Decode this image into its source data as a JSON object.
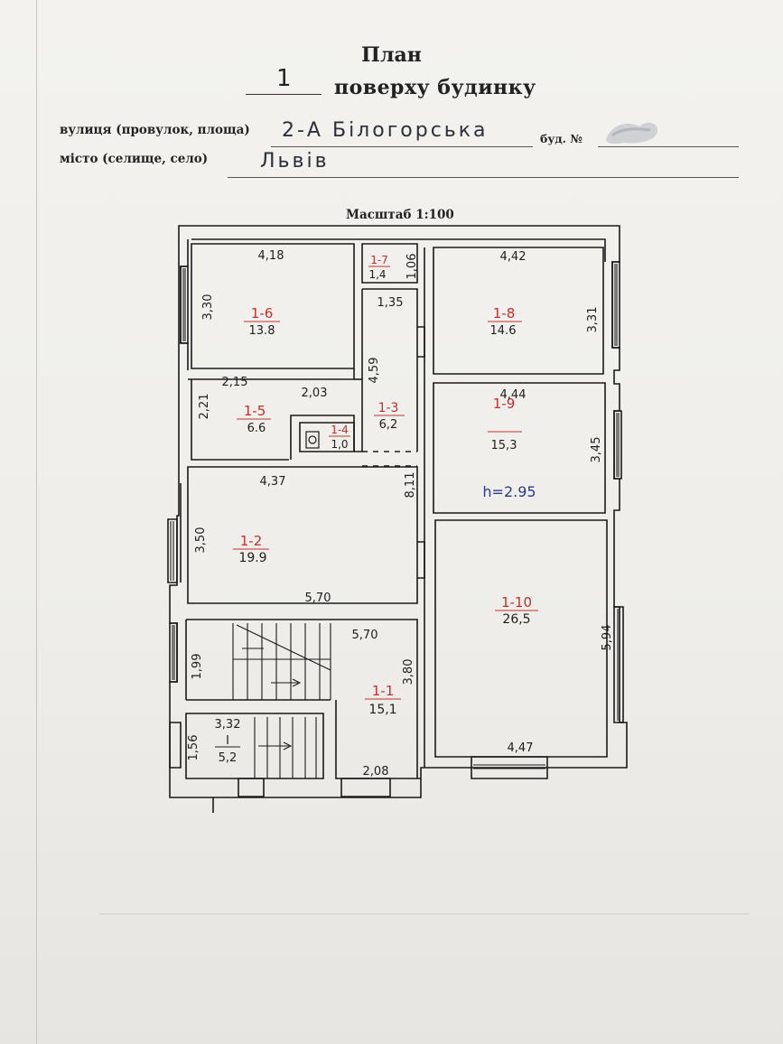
{
  "header": {
    "title": "План",
    "floor_number": "1",
    "floor_text": "поверху будинку",
    "street_label": "вулиця (провулок, площа)",
    "street_value": "2-А Білогорська",
    "building_label": "буд. №",
    "city_label": "місто (селище, село)",
    "city_value": "Львів",
    "scale": "Масштаб 1:100"
  },
  "rooms": {
    "r16": {
      "id": "1-6",
      "area": "13.8"
    },
    "r17": {
      "id": "1-7",
      "area": "1,4"
    },
    "r18": {
      "id": "1-8",
      "area": "14.6"
    },
    "r15": {
      "id": "1-5",
      "area": "6.6"
    },
    "r14": {
      "id": "1-4",
      "area": "1,0"
    },
    "r13": {
      "id": "1-3",
      "area": "6,2"
    },
    "r19": {
      "id": "1-9",
      "area": "15,3"
    },
    "r12": {
      "id": "1-2",
      "area": "19.9"
    },
    "r110": {
      "id": "1-10",
      "area": "26,5"
    },
    "r11": {
      "id": "1-1",
      "area": "15,1"
    },
    "rI": {
      "id": "I",
      "area": "5,2"
    }
  },
  "height_note": "h=2.95",
  "dims": {
    "d_418": "4,18",
    "d_330": "3,30",
    "d_106": "1,06",
    "d_135": "1,35",
    "d_442": "4,42",
    "d_331": "3,31",
    "d_459": "4,59",
    "d_215": "2,15",
    "d_203": "2,03",
    "d_221": "2,21",
    "d_444": "4,44",
    "d_345": "3,45",
    "d_437": "4,37",
    "d_811": "8,11",
    "d_350": "3,50",
    "d_570a": "5,70",
    "d_570b": "5,70",
    "d_594": "5,94",
    "d_199": "1,99",
    "d_380": "3,80",
    "d_332": "3,32",
    "d_156": "1,56",
    "d_208": "2,08",
    "d_447": "4,47"
  }
}
